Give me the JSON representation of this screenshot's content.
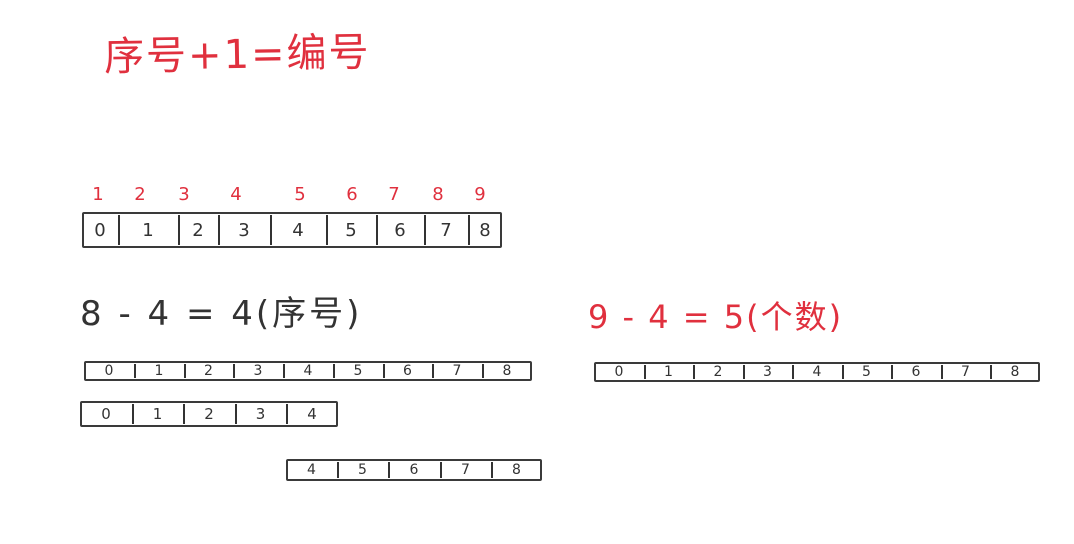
{
  "title": "序号+1=编号",
  "positions": [
    "1",
    "2",
    "3",
    "4",
    "5",
    "6",
    "7",
    "8",
    "9"
  ],
  "equation_left": "8 - 4 = 4(序号)",
  "equation_right": "9 - 4 = 5(个数)",
  "colors": {
    "ink_red": "#e0303e",
    "ink_dark": "#333333"
  },
  "arrays": [
    {
      "id": "main",
      "cells": [
        "0",
        "1",
        "2",
        "3",
        "4",
        "5",
        "6",
        "7",
        "8"
      ]
    },
    {
      "id": "full-left",
      "cells": [
        "0",
        "1",
        "2",
        "3",
        "4",
        "5",
        "6",
        "7",
        "8"
      ]
    },
    {
      "id": "first-half",
      "cells": [
        "0",
        "1",
        "2",
        "3",
        "4"
      ]
    },
    {
      "id": "second-half",
      "cells": [
        "4",
        "5",
        "6",
        "7",
        "8"
      ]
    },
    {
      "id": "full-right",
      "cells": [
        "0",
        "1",
        "2",
        "3",
        "4",
        "5",
        "6",
        "7",
        "8"
      ]
    }
  ]
}
